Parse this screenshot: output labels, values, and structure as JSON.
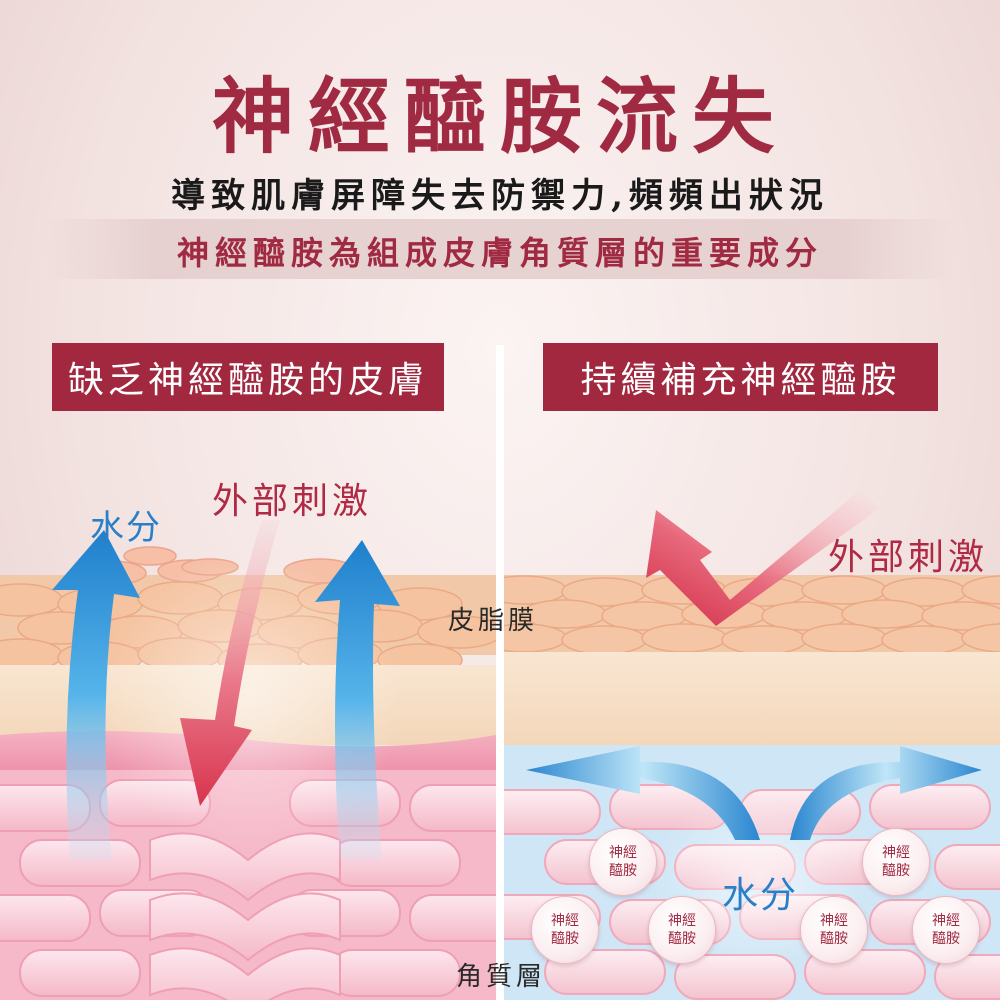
{
  "header": {
    "title": "神經醯胺流失",
    "subtitle": "導致肌膚屏障失去防禦力,頻頻出狀況",
    "highlight": "神經醯胺為組成皮膚角質層的重要成分"
  },
  "left_panel": {
    "title": "缺乏神經醯胺的皮膚",
    "water_label": "水分",
    "stimulus_label": "外部刺激"
  },
  "right_panel": {
    "title": "持續補充神經醯胺",
    "water_label": "水分",
    "stimulus_label": "外部刺激",
    "ceramide_badges": [
      {
        "line1": "神經",
        "line2": "醯胺"
      },
      {
        "line1": "神經",
        "line2": "醯胺"
      },
      {
        "line1": "神經",
        "line2": "醯胺"
      },
      {
        "line1": "神經",
        "line2": "醯胺"
      },
      {
        "line1": "神經",
        "line2": "醯胺"
      },
      {
        "line1": "神經",
        "line2": "醯胺"
      }
    ]
  },
  "layers": {
    "sebum_film": "皮脂膜",
    "stratum_corneum": "角質層"
  },
  "colors": {
    "brand_red": "#a1283f",
    "water_blue": "#2a86d0",
    "stimulus_red": "#d8344e"
  }
}
